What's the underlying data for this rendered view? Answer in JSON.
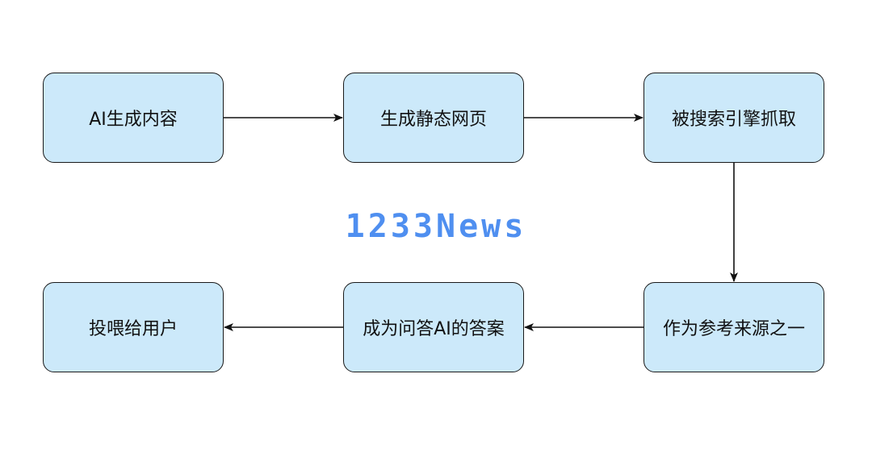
{
  "diagram": {
    "type": "flowchart",
    "colors": {
      "node_fill": "#cce9fa",
      "node_border": "#1a1a1a",
      "edge": "#111111",
      "watermark": "#4f8ff0"
    },
    "nodes": [
      {
        "id": "b1",
        "label": "AI生成内容"
      },
      {
        "id": "b2",
        "label": "生成静态网页"
      },
      {
        "id": "b3",
        "label": "被搜索引擎抓取"
      },
      {
        "id": "b4",
        "label": "作为参考来源之一"
      },
      {
        "id": "b5",
        "label": "成为问答AI的答案"
      },
      {
        "id": "b6",
        "label": "投喂给用户"
      }
    ],
    "edges": [
      {
        "from": "b1",
        "to": "b2"
      },
      {
        "from": "b2",
        "to": "b3"
      },
      {
        "from": "b3",
        "to": "b4"
      },
      {
        "from": "b4",
        "to": "b5"
      },
      {
        "from": "b5",
        "to": "b6"
      }
    ]
  },
  "watermark": {
    "text": "1233News"
  }
}
